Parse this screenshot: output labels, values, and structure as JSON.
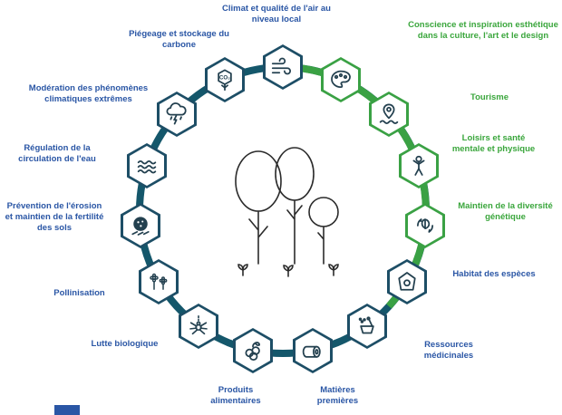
{
  "diagram": {
    "co2_label": "CO₂",
    "colors": {
      "label_blue": "#2a56a5",
      "label_green": "#3aa63c",
      "ring_dark": "#14576b",
      "ring_green": "#3aa144",
      "hex_dark": "#1d4e66",
      "hex_green": "#3aa144",
      "icon_stroke": "#23404f"
    },
    "items": [
      {
        "id": "climate",
        "label": "Climat et qualité de l'air au niveau local",
        "category": "blue",
        "icon": "wind-icon"
      },
      {
        "id": "culture",
        "label": "Conscience et inspiration esthétique dans la culture, l'art et le design",
        "category": "green",
        "icon": "art-palette-icon"
      },
      {
        "id": "tourism",
        "label": "Tourisme",
        "category": "green",
        "icon": "map-pin-icon"
      },
      {
        "id": "leisure",
        "label": "Loisirs et santé mentale et physique",
        "category": "green",
        "icon": "person-icon"
      },
      {
        "id": "genetic",
        "label": "Maintien de la diversité génétique",
        "category": "green",
        "icon": "leaf-cycle-icon"
      },
      {
        "id": "habitat",
        "label": "Habitat des espèces",
        "category": "blue",
        "icon": "birdhouse-icon"
      },
      {
        "id": "medicinal",
        "label": "Ressources médicinales",
        "category": "blue",
        "icon": "mortar-pestle-icon"
      },
      {
        "id": "raw-materials",
        "label": "Matières premières",
        "category": "blue",
        "icon": "log-icon"
      },
      {
        "id": "food",
        "label": "Produits alimentaires",
        "category": "blue",
        "icon": "berries-icon"
      },
      {
        "id": "biocontrol",
        "label": "Lutte biologique",
        "category": "blue",
        "icon": "spider-icon"
      },
      {
        "id": "pollination",
        "label": "Pollinisation",
        "category": "blue",
        "icon": "flowers-icon"
      },
      {
        "id": "erosion",
        "label": "Prévention de l'érosion et maintien de la fertilité des sols",
        "category": "blue",
        "icon": "soil-icon"
      },
      {
        "id": "water-regulation",
        "label": "Régulation de la circulation de l'eau",
        "category": "blue",
        "icon": "waves-icon"
      },
      {
        "id": "climate-extremes",
        "label": "Modération des phénomènes climatiques extrêmes",
        "category": "blue",
        "icon": "storm-cloud-icon"
      },
      {
        "id": "carbon",
        "label": "Piégeage et stockage du carbone",
        "category": "blue",
        "icon": "co2-tree-icon"
      }
    ]
  }
}
